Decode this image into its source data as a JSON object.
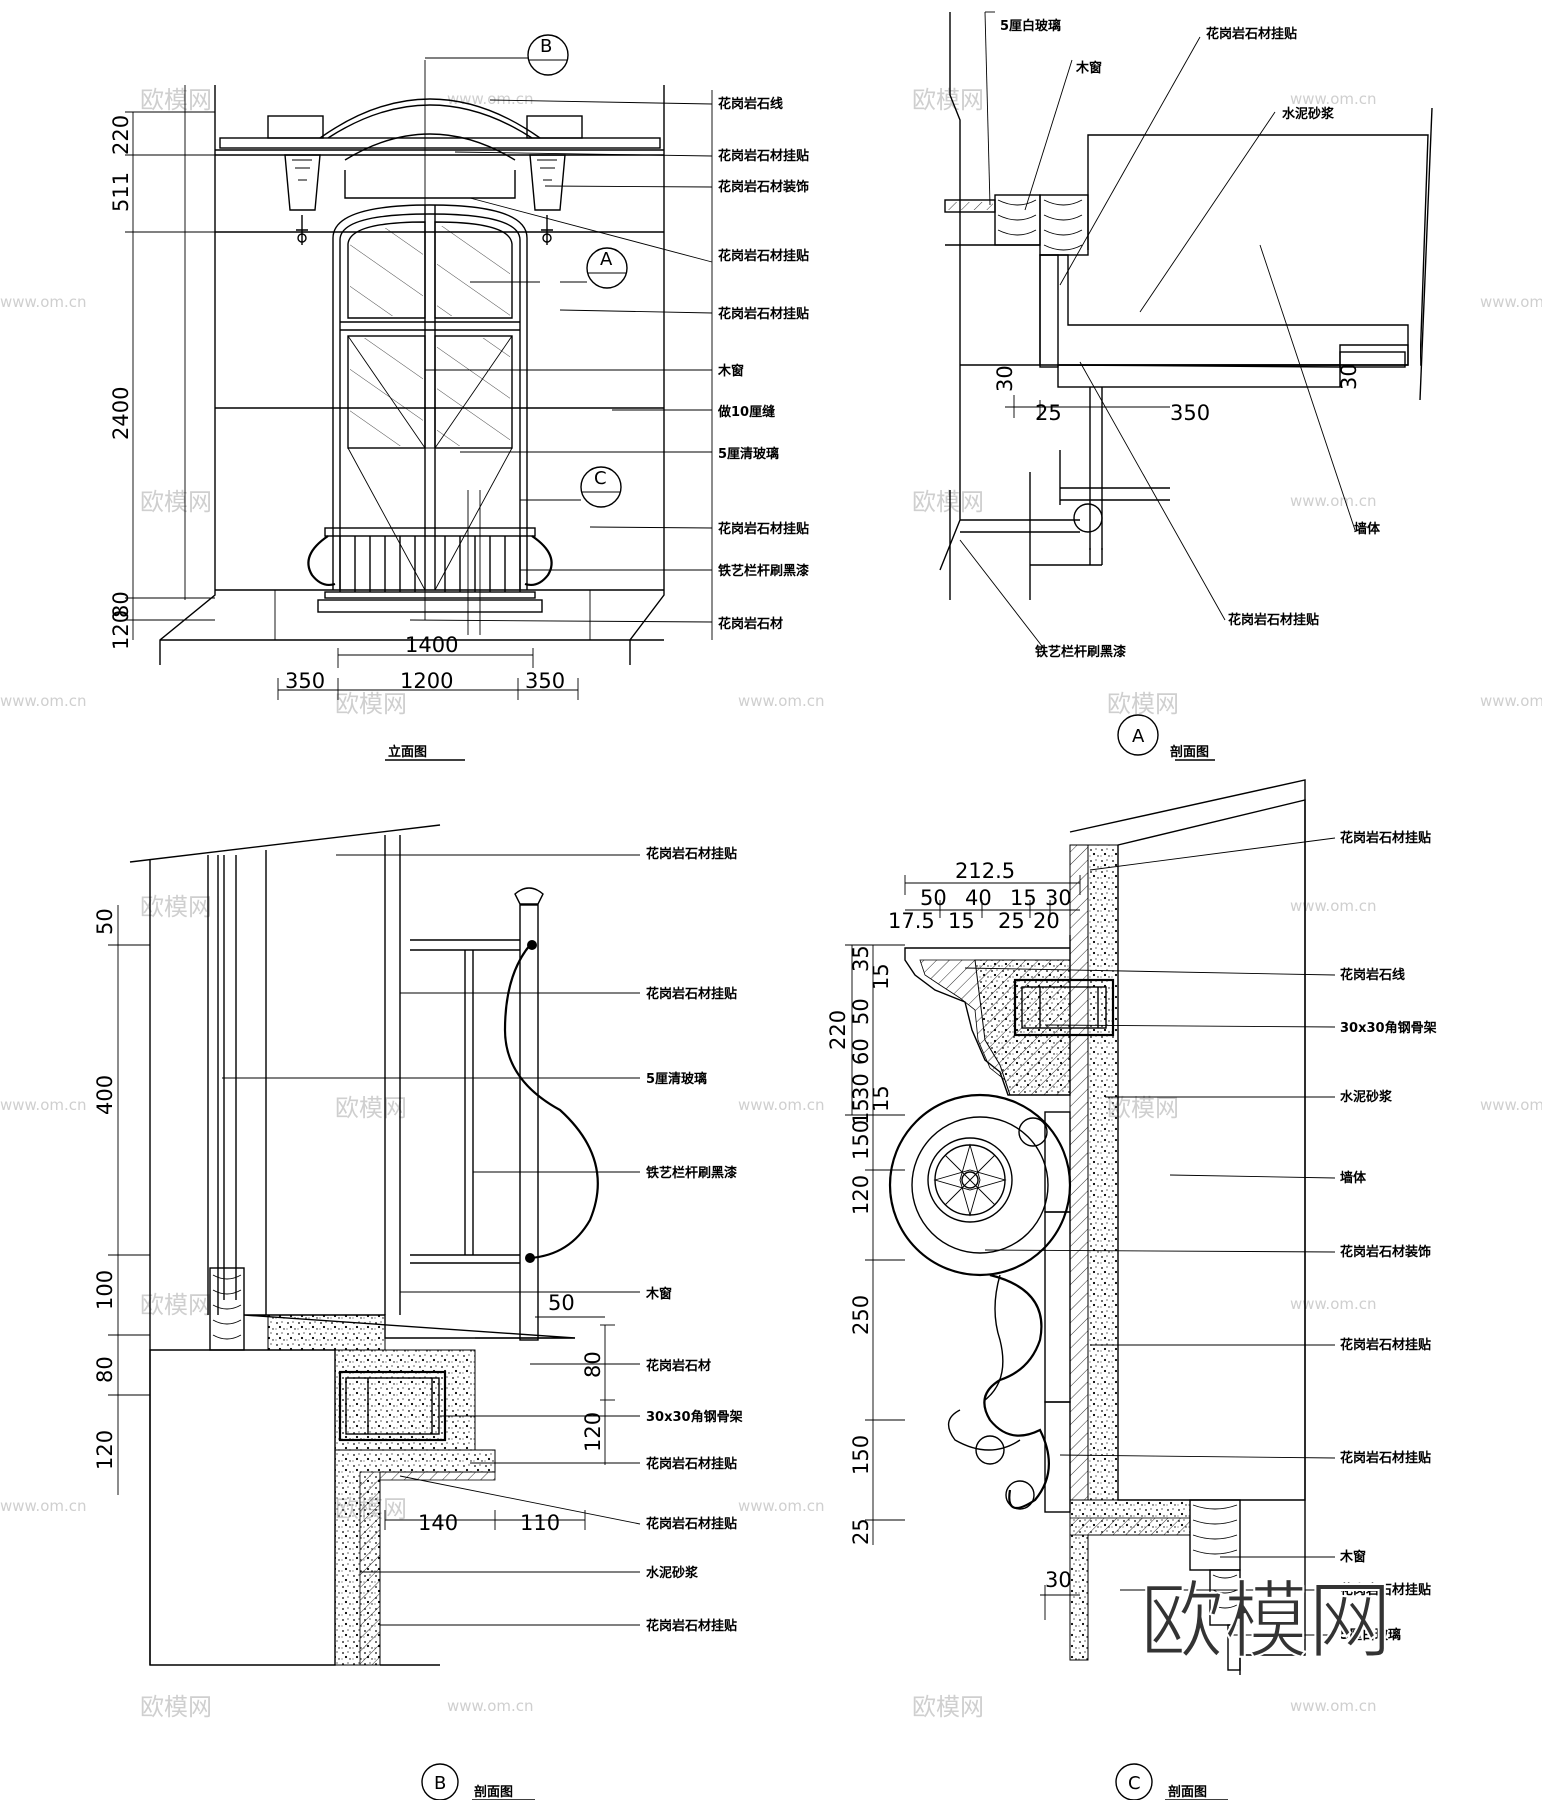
{
  "watermark": {
    "text": "欧模网",
    "url": "www.om.cn",
    "logo": "欧模网"
  },
  "elevation": {
    "caption": "立面图",
    "section_markers": [
      "B",
      "A",
      "C"
    ],
    "labels": [
      "花岗岩石线",
      "花岗岩石材挂贴",
      "花岗岩石材装饰",
      "花岗岩石材挂贴",
      "花岗岩石材挂贴",
      "木窗",
      "做10厘缝",
      "5厘清玻璃",
      "花岗岩石材挂贴",
      "铁艺栏杆刷黑漆",
      "花岗岩石材"
    ],
    "dims_vertical": [
      "220",
      "511",
      "2400",
      "120",
      "80"
    ],
    "dims_horizontal": [
      "1400",
      "350",
      "1200",
      "350"
    ]
  },
  "section_a": {
    "marker": "A",
    "caption": "剖面图",
    "labels": [
      "5厘白玻璃",
      "木窗",
      "花岗岩石材挂贴",
      "水泥砂浆",
      "墙体",
      "花岗岩石材挂贴",
      "铁艺栏杆刷黑漆"
    ],
    "dims": [
      "30",
      "25",
      "350",
      "30"
    ]
  },
  "section_b": {
    "marker": "B",
    "caption": "剖面图",
    "labels": [
      "花岗岩石材挂贴",
      "花岗岩石材挂贴",
      "5厘清玻璃",
      "铁艺栏杆刷黑漆",
      "木窗",
      "花岗岩石材",
      "30x30角钢骨架",
      "花岗岩石材挂贴",
      "花岗岩石材挂贴",
      "水泥砂浆",
      "花岗岩石材挂贴"
    ],
    "dims": [
      "50",
      "400",
      "100",
      "80",
      "120",
      "50",
      "80",
      "120",
      "140",
      "110"
    ]
  },
  "section_c": {
    "marker": "C",
    "caption": "剖面图",
    "labels": [
      "花岗岩石材挂贴",
      "花岗岩石线",
      "30x30角钢骨架",
      "水泥砂浆",
      "墙体",
      "花岗岩石材装饰",
      "花岗岩石材挂贴",
      "花岗岩石材挂贴",
      "木窗",
      "花岗岩石材挂贴",
      "5厘白玻璃"
    ],
    "dims_top": [
      "212.5",
      "50",
      "40",
      "15",
      "30",
      "17.5",
      "15",
      "25",
      "20"
    ],
    "dims_left": [
      "35",
      "15",
      "50",
      "60",
      "30",
      "15",
      "15",
      "220",
      "150",
      "120",
      "250",
      "150",
      "25",
      "30"
    ]
  }
}
